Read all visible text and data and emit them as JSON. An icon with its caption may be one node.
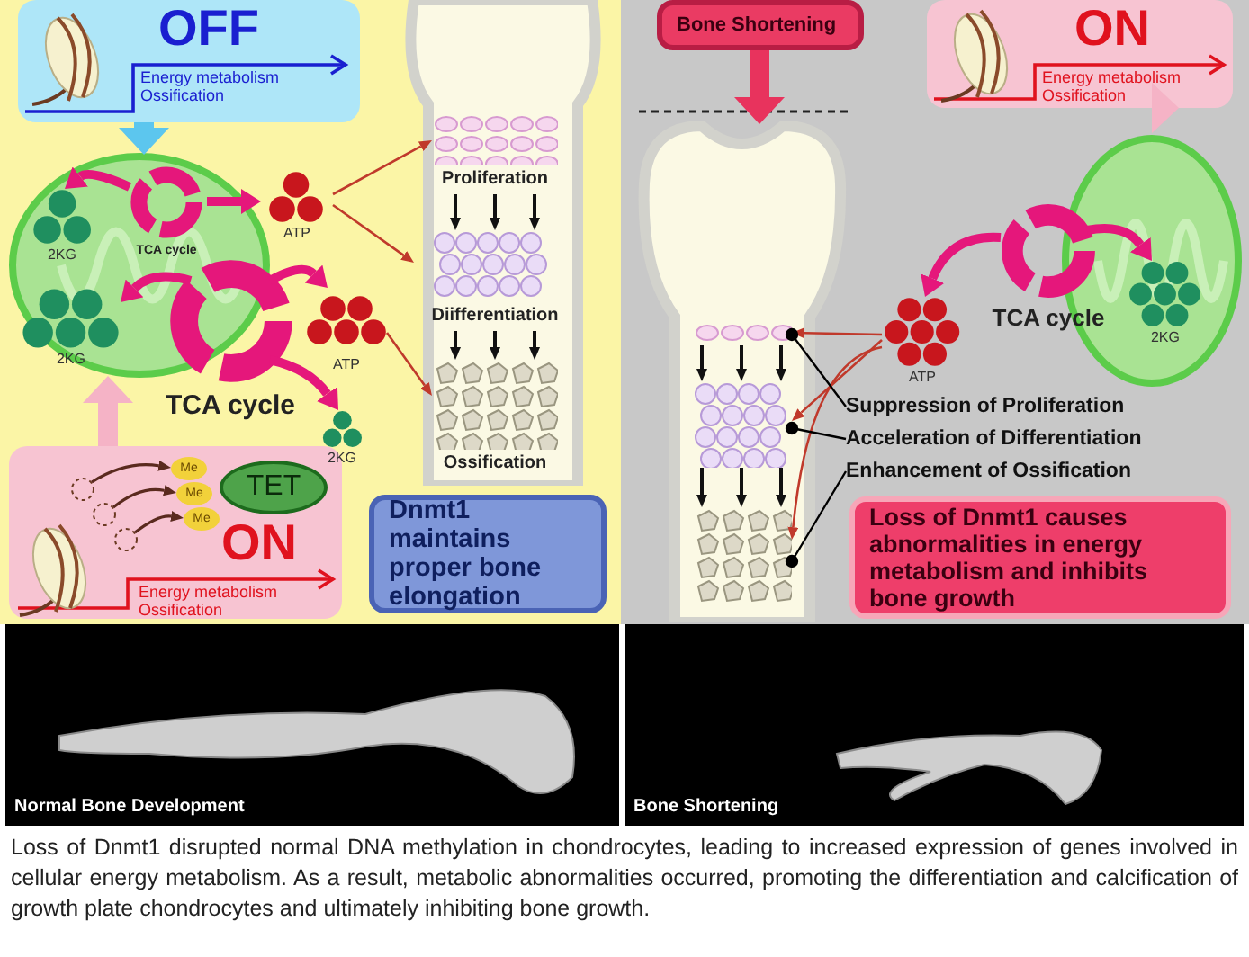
{
  "diagram": {
    "caption": "Loss of Dnmt1 disrupted normal DNA methylation in chondrocytes, leading to increased expression of genes involved in cellular energy metabolism. As a result, metabolic abnormalities occurred, promoting the differentiation and calcification of growth plate chondrocytes and ultimately inhibiting bone growth.",
    "nodes": [
      {
        "text": [
          "OFF",
          "Energy metabolism Ossification"
        ]
      },
      {
        "text": [],
        "shape": "picture"
      },
      {
        "text": [
          "2KG"
        ],
        "in": 1
      },
      {
        "text": [
          "TCA cycle"
        ],
        "in": 1
      },
      {
        "text": [
          "ATP"
        ]
      },
      {
        "text": [
          "2KG"
        ],
        "in": 1
      },
      {
        "text": [
          "TCA cycle"
        ]
      },
      {
        "text": [
          "ATP"
        ]
      },
      {
        "text": [
          "2KG"
        ]
      },
      {
        "text": [
          "ON",
          "Energy metabolism Ossification"
        ]
      },
      {
        "text": [
          "Me"
        ],
        "in": 9
      },
      {
        "text": [
          "Me"
        ],
        "in": 9
      },
      {
        "text": [
          "Me"
        ],
        "in": 9
      },
      {
        "text": [
          "TET"
        ],
        "in": 9
      },
      {
        "text": [],
        "shape": "picture"
      },
      {
        "text": [
          "Proliferation"
        ],
        "in": 14
      },
      {
        "text": [
          "Diifferentiation"
        ],
        "in": 14
      },
      {
        "text": [
          "Ossification"
        ],
        "in": 14
      },
      {
        "text": [
          "Dnmt1 maintains proper bone elongation"
        ]
      },
      {
        "text": [
          "Bone Shortening"
        ]
      },
      {
        "text": [],
        "shape": "picture"
      },
      {
        "text": [],
        "shape": "picture",
        "in": 20
      },
      {
        "text": [],
        "shape": "picture",
        "in": 20
      },
      {
        "text": [],
        "shape": "picture",
        "in": 20
      },
      {
        "text": [
          "ON",
          "Energy metabolism Ossification"
        ]
      },
      {
        "text": [],
        "shape": "picture"
      },
      {
        "text": [
          "TCA cycle"
        ]
      },
      {
        "text": [
          "2KG"
        ],
        "in": 25
      },
      {
        "text": [
          "ATP"
        ]
      },
      {
        "text": [
          "Suppression of Proliferation"
        ]
      },
      {
        "text": [
          "Acceleration of Differentiation"
        ]
      },
      {
        "text": [
          "Enhancement of Ossification"
        ]
      },
      {
        "text": [
          "Loss of Dnmt1 causes abnormalities in energy metabolism and inhibits bone growth"
        ]
      },
      {
        "text": [
          "Normal Bone Development"
        ]
      },
      {
        "text": [
          "Bone Shortening"
        ]
      }
    ],
    "edges": [
      {
        "from": 0,
        "to": 1,
        "arrow": "to",
        "style": "thick",
        "color": "#5cc6ee"
      },
      {
        "from": 3,
        "to": 2,
        "arrow": "to",
        "style": "thick",
        "color": "#e5177b"
      },
      {
        "from": 3,
        "to": 4,
        "arrow": "to",
        "style": "thick",
        "color": "#e5177b"
      },
      {
        "from": 4,
        "to": 15,
        "arrow": "to",
        "color": "#c0392b"
      },
      {
        "from": 4,
        "to": 16,
        "arrow": "to",
        "color": "#c0392b"
      },
      {
        "from": 6,
        "to": 5,
        "arrow": "to",
        "style": "thick",
        "color": "#e5177b"
      },
      {
        "from": 6,
        "to": 7,
        "arrow": "to",
        "style": "thick",
        "color": "#e5177b"
      },
      {
        "from": 6,
        "to": 8,
        "arrow": "to",
        "style": "thick",
        "color": "#e5177b"
      },
      {
        "from": 7,
        "to": 17,
        "arrow": "to",
        "color": "#c0392b"
      },
      {
        "from": 9,
        "to": 1,
        "arrow": "to",
        "style": "thick",
        "color": "#f5b3c6"
      },
      {
        "from": null,
        "to": 10,
        "arrow": "to",
        "color": "#5a2a1e"
      },
      {
        "from": null,
        "to": 11,
        "arrow": "to",
        "color": "#5a2a1e"
      },
      {
        "from": null,
        "to": 12,
        "arrow": "to",
        "color": "#5a2a1e"
      },
      {
        "from": 19,
        "to": 20,
        "arrow": "to",
        "style": "thick",
        "color": "#e8335d"
      },
      {
        "from": 24,
        "to": 25,
        "arrow": "to",
        "style": "thick",
        "color": "#f5b3c6"
      },
      {
        "from": 26,
        "to": 28,
        "arrow": "to",
        "style": "thick",
        "color": "#e5177b"
      },
      {
        "from": 26,
        "to": 27,
        "arrow": "to",
        "style": "thick",
        "color": "#e5177b"
      },
      {
        "from": 28,
        "to": 21,
        "arrow": "to",
        "color": "#c0392b"
      },
      {
        "from": 28,
        "to": 22,
        "arrow": "to",
        "color": "#c0392b"
      },
      {
        "from": 28,
        "to": 23,
        "arrow": "to",
        "color": "#c0392b"
      },
      {
        "from": 29,
        "to": 21,
        "arrow": "other",
        "color": "#000000"
      },
      {
        "from": 30,
        "to": 22,
        "arrow": "other",
        "color": "#000000"
      },
      {
        "from": 31,
        "to": 23,
        "arrow": "other",
        "color": "#000000"
      },
      {
        "from": 15,
        "to": 16,
        "arrow": "to",
        "color": "#111111"
      },
      {
        "from": 15,
        "to": 16,
        "arrow": "to",
        "color": "#111111"
      },
      {
        "from": 15,
        "to": 16,
        "arrow": "to",
        "color": "#111111"
      },
      {
        "from": 16,
        "to": 17,
        "arrow": "to",
        "color": "#111111"
      },
      {
        "from": 16,
        "to": 17,
        "arrow": "to",
        "color": "#111111"
      },
      {
        "from": 16,
        "to": 17,
        "arrow": "to",
        "color": "#111111"
      },
      {
        "from": 21,
        "to": 22,
        "arrow": "to",
        "color": "#111111"
      },
      {
        "from": 21,
        "to": 22,
        "arrow": "to",
        "color": "#111111"
      },
      {
        "from": 21,
        "to": 22,
        "arrow": "to",
        "color": "#111111"
      },
      {
        "from": 22,
        "to": 23,
        "arrow": "to",
        "color": "#111111"
      },
      {
        "from": 22,
        "to": 23,
        "arrow": "to",
        "color": "#111111"
      },
      {
        "from": 22,
        "to": 23,
        "arrow": "to",
        "color": "#111111"
      }
    ]
  }
}
